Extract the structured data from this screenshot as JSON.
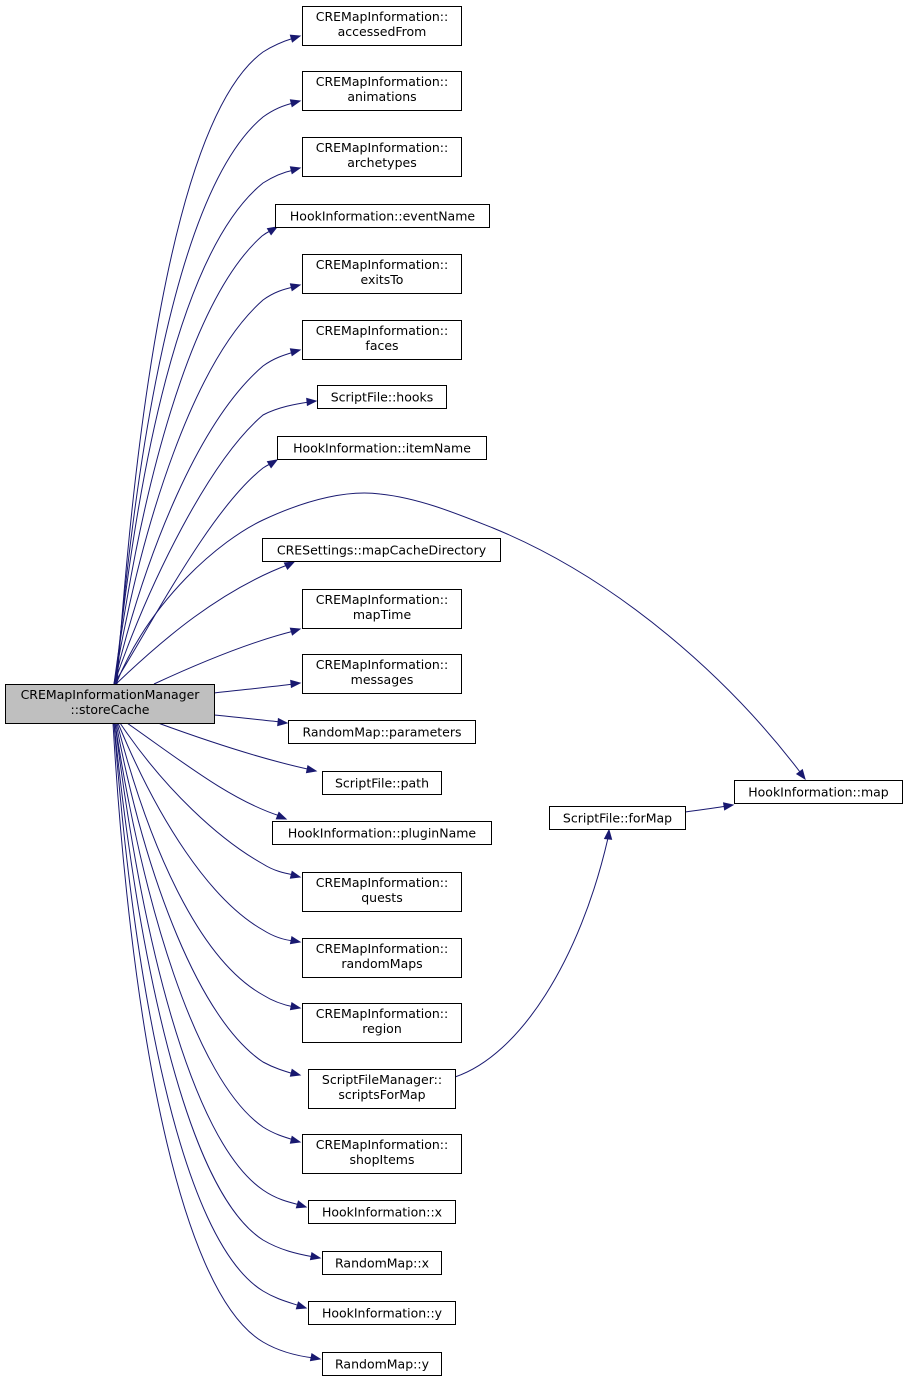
{
  "colors": {
    "root_fill": "#bfbfbf",
    "node_fill": "#ffffff",
    "node_border": "#000000",
    "edge": "#191970"
  },
  "nodes": {
    "root": [
      "CREMapInformationManager",
      "::storeCache"
    ],
    "accessedFrom": [
      "CREMapInformation::",
      "accessedFrom"
    ],
    "animations": [
      "CREMapInformation::",
      "animations"
    ],
    "archetypes": [
      "CREMapInformation::",
      "archetypes"
    ],
    "eventName": [
      "HookInformation::eventName"
    ],
    "exitsTo": [
      "CREMapInformation::",
      "exitsTo"
    ],
    "faces": [
      "CREMapInformation::",
      "faces"
    ],
    "hooks": [
      "ScriptFile::hooks"
    ],
    "itemName": [
      "HookInformation::itemName"
    ],
    "mapCacheDirectory": [
      "CRESettings::mapCacheDirectory"
    ],
    "mapTime": [
      "CREMapInformation::",
      "mapTime"
    ],
    "messages": [
      "CREMapInformation::",
      "messages"
    ],
    "parameters": [
      "RandomMap::parameters"
    ],
    "path": [
      "ScriptFile::path"
    ],
    "pluginName": [
      "HookInformation::pluginName"
    ],
    "quests": [
      "CREMapInformation::",
      "quests"
    ],
    "randomMaps": [
      "CREMapInformation::",
      "randomMaps"
    ],
    "region": [
      "CREMapInformation::",
      "region"
    ],
    "scriptsForMap": [
      "ScriptFileManager::",
      "scriptsForMap"
    ],
    "shopItems": [
      "CREMapInformation::",
      "shopItems"
    ],
    "hookX": [
      "HookInformation::x"
    ],
    "randomX": [
      "RandomMap::x"
    ],
    "hookY": [
      "HookInformation::y"
    ],
    "randomY": [
      "RandomMap::y"
    ],
    "forMap": [
      "ScriptFile::forMap"
    ],
    "hookMap": [
      "HookInformation::map"
    ]
  }
}
